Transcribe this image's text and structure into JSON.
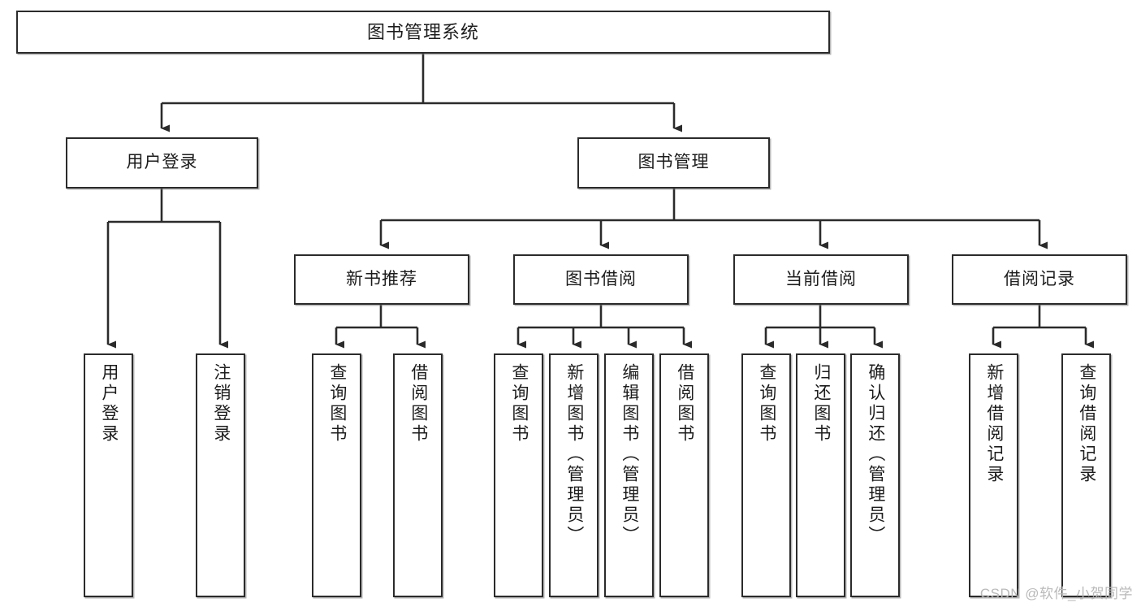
{
  "diagram": {
    "title": "图书管理系统",
    "type": "hierarchy-tree",
    "colors": {
      "box_border": "#2b2b2b",
      "box_fill": "#ffffff",
      "connector": "#2b2b2b",
      "watermark": "#b9b9b9",
      "background": "#ffffff"
    }
  },
  "watermark": {
    "text": "CSDN @软件_小贺同学"
  },
  "nodes": {
    "root": {
      "label": "图书管理系统"
    },
    "level2": [
      {
        "id": "user-login",
        "label": "用户登录"
      },
      {
        "id": "book-manage",
        "label": "图书管理"
      }
    ],
    "level3": [
      {
        "id": "new-book-recommend",
        "label": "新书推荐"
      },
      {
        "id": "book-borrow",
        "label": "图书借阅"
      },
      {
        "id": "current-borrow",
        "label": "当前借阅"
      },
      {
        "id": "borrow-record",
        "label": "借阅记录"
      }
    ],
    "leaves": {
      "user_login": [
        {
          "id": "leaf-user-login",
          "label": "用户登录"
        },
        {
          "id": "leaf-logout",
          "label": "注销登录"
        }
      ],
      "new_book_recommend": [
        {
          "id": "leaf-query-book-1",
          "label": "查询图书"
        },
        {
          "id": "leaf-borrow-book-1",
          "label": "借阅图书"
        }
      ],
      "book_borrow": [
        {
          "id": "leaf-query-book-2",
          "label": "查询图书"
        },
        {
          "id": "leaf-add-book",
          "label": "新增图书（管理员）"
        },
        {
          "id": "leaf-edit-book",
          "label": "编辑图书（管理员）"
        },
        {
          "id": "leaf-borrow-book-2",
          "label": "借阅图书"
        }
      ],
      "current_borrow": [
        {
          "id": "leaf-query-book-3",
          "label": "查询图书"
        },
        {
          "id": "leaf-return-book",
          "label": "归还图书"
        },
        {
          "id": "leaf-confirm-return",
          "label": "确认归还（管理员）"
        }
      ],
      "borrow_record": [
        {
          "id": "leaf-add-record",
          "label": "新增借阅记录"
        },
        {
          "id": "leaf-query-record",
          "label": "查询借阅记录"
        }
      ]
    }
  }
}
